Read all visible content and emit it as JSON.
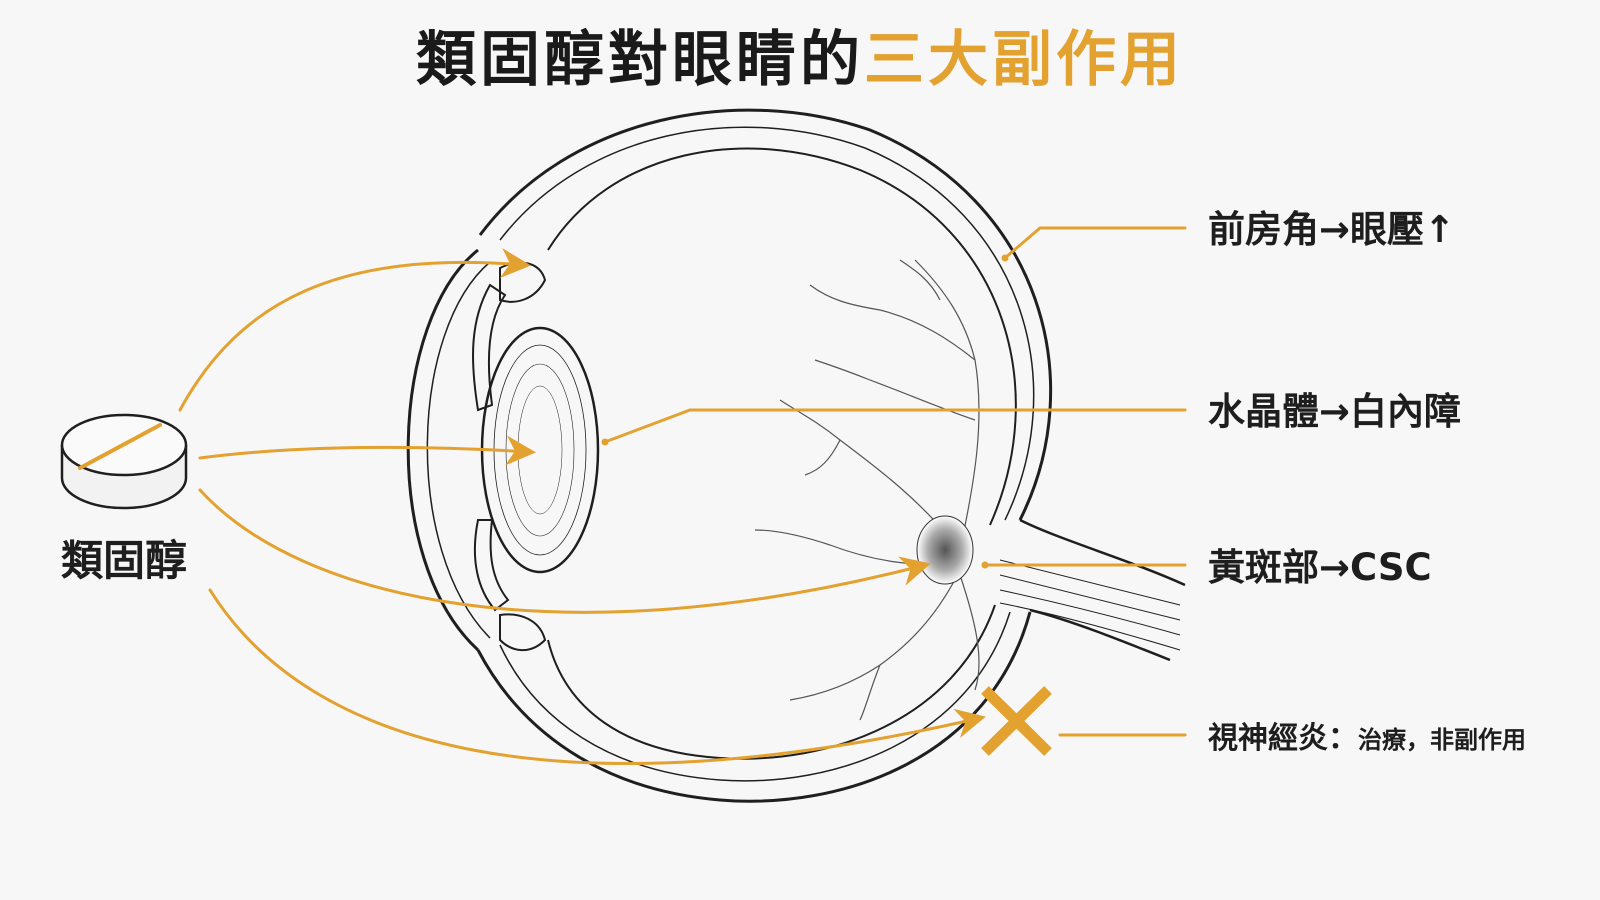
{
  "title": {
    "main": "類固醇對眼睛的",
    "highlight": "三大副作用"
  },
  "pill": {
    "label": "類固醇"
  },
  "labels": {
    "angle": "前房角→眼壓↑",
    "lens": "水晶體→白內障",
    "macula": "黃斑部→CSC",
    "optic_prefix": "視神經炎：",
    "optic_suffix": "治療，非副作用"
  },
  "colors": {
    "accent": "#e3a12f",
    "ink": "#1e1e1e",
    "background": "#f7f7f7"
  },
  "icons": {
    "pill": "tablet-icon",
    "eye": "eye-cross-section",
    "not_applicable": "cross-mark-icon"
  }
}
